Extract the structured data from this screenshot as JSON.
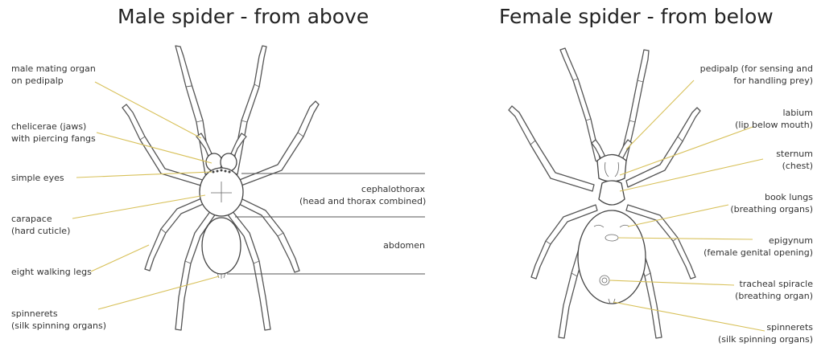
{
  "left_panel": {
    "title": "Male spider - from above",
    "labels": {
      "mating_organ": "male mating organ\non pedipalp",
      "chelicerae": "chelicerae (jaws)\nwith piercing fangs",
      "simple_eyes": "simple eyes",
      "carapace": "carapace\n(hard cuticle)",
      "walking_legs": "eight walking legs",
      "spinnerets": "spinnerets\n(silk spinning organs)",
      "cephalothorax": "cephalothorax\n(head and thorax combined)",
      "abdomen": "abdomen"
    }
  },
  "right_panel": {
    "title": "Female spider - from below",
    "labels": {
      "pedipalp": "pedipalp (for sensing and\nfor handling prey)",
      "labium": "labium\n(lip below mouth)",
      "sternum": "sternum\n(chest)",
      "book_lungs": "book lungs\n(breathing organs)",
      "epigynum": "epigynum\n(female genital opening)",
      "tracheal_spiracle": "tracheal spiracle\n(breathing organ)",
      "spinnerets": "spinnerets\n(silk spinning organs)"
    }
  },
  "colors": {
    "leader_line": "#d8c15a",
    "outline": "#555555"
  }
}
